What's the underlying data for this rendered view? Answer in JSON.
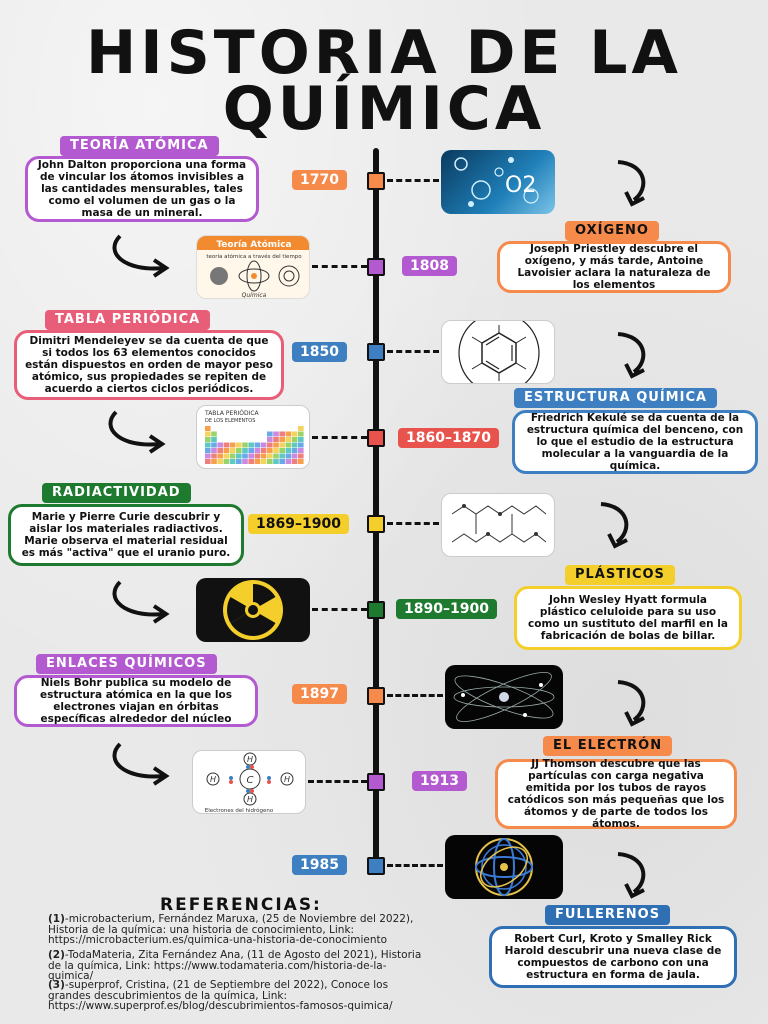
{
  "title": {
    "line1": "HISTORIA DE LA",
    "line2": "QUÍMICA"
  },
  "colors": {
    "orange": "#f58a4b",
    "purple": "#b45ad0",
    "pink": "#e85e78",
    "blue": "#3d7fc1",
    "red": "#e8534d",
    "yellow": "#f4cf2c",
    "green": "#1e7a2e",
    "teal": "#2f6fb3"
  },
  "events": [
    {
      "year": "1770",
      "tag": "OXÍGENO",
      "text": "Joseph Priestley descubre el oxígeno, y más tarde, Antoine Lavoisier aclara la naturaleza de los elementos",
      "image_icon": "oxygen-bubbles-image",
      "image_label": "O2"
    },
    {
      "year": "1808",
      "tag": "TEORÍA ATÓMICA",
      "text": "John Dalton proporciona una forma de vincular los átomos invisibles a las cantidades mensurables, tales como el volumen de un gas o la masa de un mineral.",
      "image_icon": "atomic-theory-image",
      "image_title": "Teoría Atómica",
      "image_sub": "teoría atómica a través del tiempo",
      "image_foot": "Química"
    },
    {
      "year": "1850",
      "tag": "TABLA PERIÓDICA",
      "text": "Dimitri Mendeleyev se da cuenta de que si todos los 63 elementos conocidos están dispuestos en orden de mayor peso atómico, sus propiedades se repiten de acuerdo a ciertos ciclos periódicos.",
      "image_icon": "periodic-table-image",
      "image_title": "TABLA PERIÓDICA",
      "image_sub": "DE LOS ELEMENTOS"
    },
    {
      "year": "1860–1870",
      "tag": "ESTRUCTURA QUÍMICA",
      "text": "Friedrich Kekulé se da cuenta de la estructura química del benceno, con lo que el estudio de la estructura molecular a la vanguardia de la química.",
      "image_icon": "benzene-structure-image"
    },
    {
      "year": "1869–1900",
      "tag": "RADIACTIVIDAD",
      "text": "Marie y Pierre Curie descubrir y aislar los materiales radiactivos. Marie observa el material residual es más \"activa\" que el uranio puro.",
      "image_icon": "radiation-symbol-image"
    },
    {
      "year": "1890–1900",
      "tag": "PLÁSTICOS",
      "text": "John Wesley Hyatt formula plástico celuloide para su uso como un sustituto del marfil en la fabricación de bolas de billar.",
      "image_icon": "molecule-diagram-image"
    },
    {
      "year": "1897",
      "tag": "EL ELECTRÓN",
      "text": "JJ Thomson descubre que las partículas con carga negativa emitida por los tubos de rayos catódicos son más pequeñas que los átomos y de parte de todos los átomos.",
      "image_icon": "electron-orbit-image"
    },
    {
      "year": "1913",
      "tag": "ENLACES QUÍMICOS",
      "text": "Niels Bohr publica su modelo de estructura atómica en la que los electrones viajan en órbitas específicas alrededor del núcleo",
      "image_icon": "chemical-bonds-image",
      "image_foot": "Electrones del hidrógeno"
    },
    {
      "year": "1985",
      "tag": "FULLERENOS",
      "text": "Robert Curl, Kroto y Smalley Rick Harold descubrir una nueva clase de compuestos de carbono con una estructura en forma de jaula.",
      "image_icon": "fullerene-image"
    }
  ],
  "references": {
    "title": "REFERENCIAS:",
    "items": [
      {
        "num": "(1)",
        "text": "-microbacterium, Fernández Maruxa, (25 de Noviembre del 2022), Historia de la química: una historia de conocimiento, Link: https://microbacterium.es/quimica-una-historia-de-conocimiento"
      },
      {
        "num": "(2)",
        "text": "-TodaMateria, Zita Fernández Ana, (11 de Agosto del 2021), Historia de la química, Link: https://www.todamateria.com/historia-de-la-quimica/"
      },
      {
        "num": "(3)",
        "text": "-superprof, Cristina, (21 de Septiembre del 2022), Conoce los grandes descubrimientos de la química, Link: https://www.superprof.es/blog/descubrimientos-famosos-quimica/"
      }
    ]
  }
}
